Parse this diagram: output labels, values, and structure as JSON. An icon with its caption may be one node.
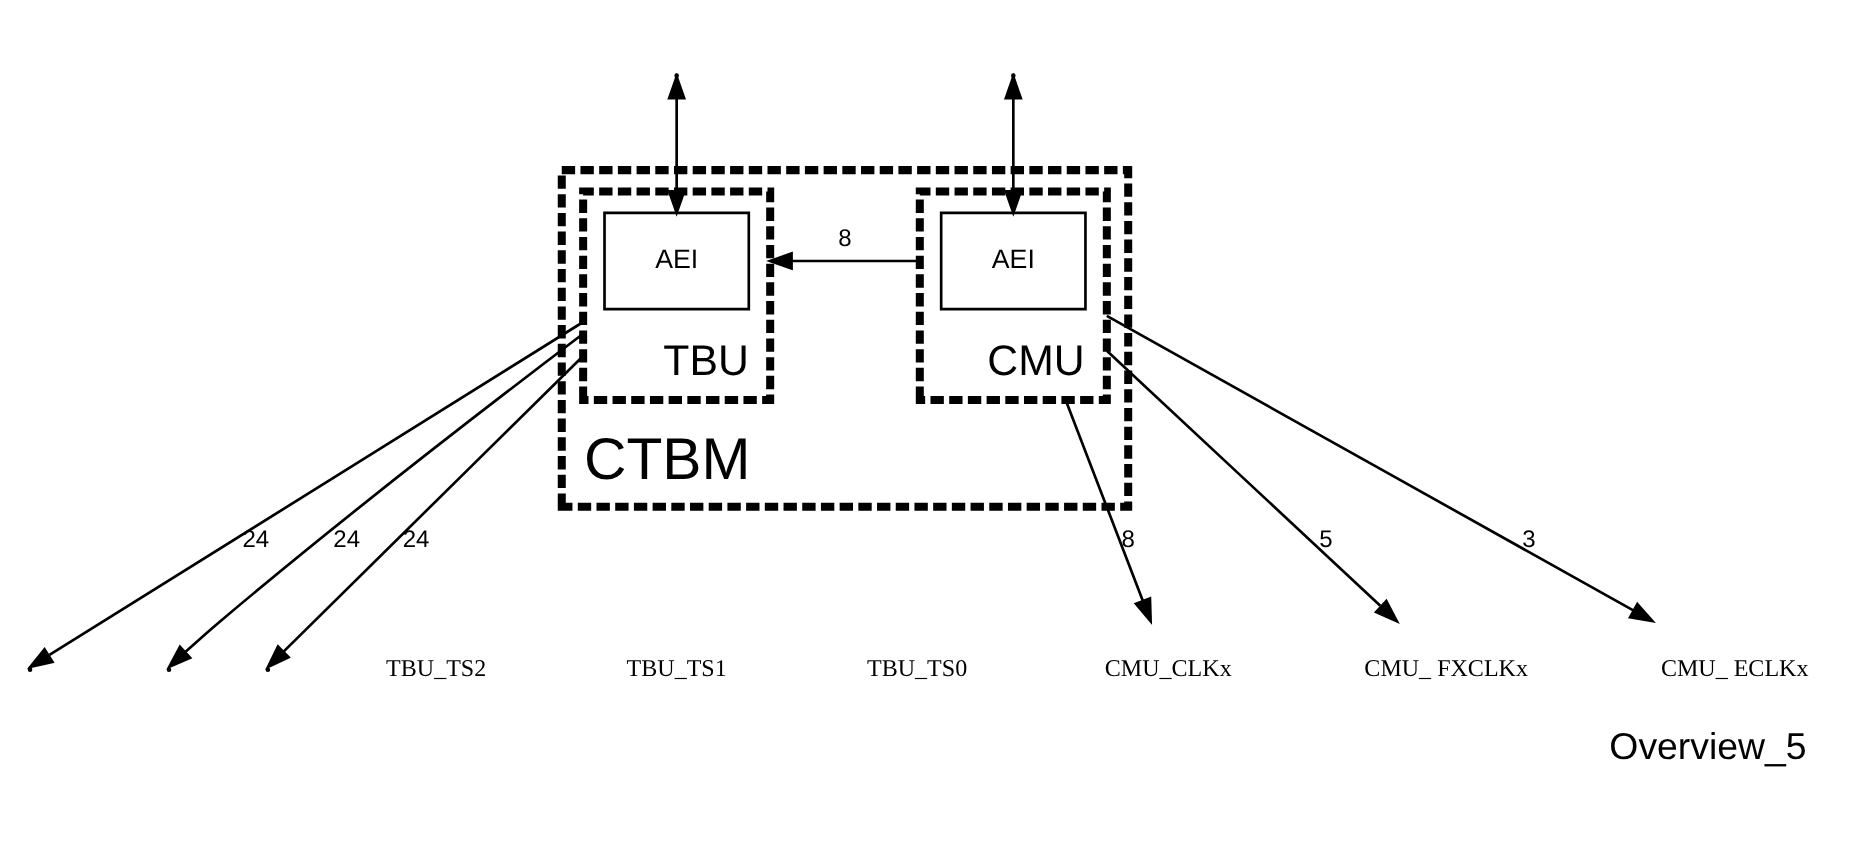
{
  "diagram": {
    "caption": "Overview_5",
    "nodes": [
      {
        "text": [
          "CTBM"
        ]
      },
      {
        "text": [
          "TBU"
        ],
        "in": 0
      },
      {
        "text": [
          "AEI"
        ],
        "in": 1
      },
      {
        "text": [
          "CMU"
        ],
        "in": 0
      },
      {
        "text": [
          "AEI"
        ],
        "in": 3
      },
      {
        "text": [
          "CMU_CLKx"
        ]
      },
      {
        "text": [
          "CMU_ FXCLKx"
        ]
      },
      {
        "text": [
          "CMU_ ECLKx"
        ]
      }
    ],
    "edges": [
      {
        "from": null,
        "to": 2,
        "arrow": "both"
      },
      {
        "from": null,
        "to": 4,
        "arrow": "both"
      },
      {
        "from": 3,
        "to": 1,
        "arrow": "to",
        "label": "8"
      },
      {
        "from": 3,
        "to": 5,
        "arrow": "to",
        "label": "8"
      },
      {
        "from": 3,
        "to": 6,
        "arrow": "to",
        "label": "5"
      },
      {
        "from": 3,
        "to": 7,
        "arrow": "to",
        "label": "3"
      },
      {
        "from": 1,
        "to": null,
        "arrow": "to",
        "label": "24"
      },
      {
        "from": 1,
        "to": null,
        "arrow": "to",
        "label": "24"
      },
      {
        "from": 1,
        "to": null,
        "arrow": "to",
        "label": "24"
      }
    ],
    "labels": [
      "TBU_TS2",
      "TBU_TS1",
      "TBU_TS0"
    ]
  }
}
